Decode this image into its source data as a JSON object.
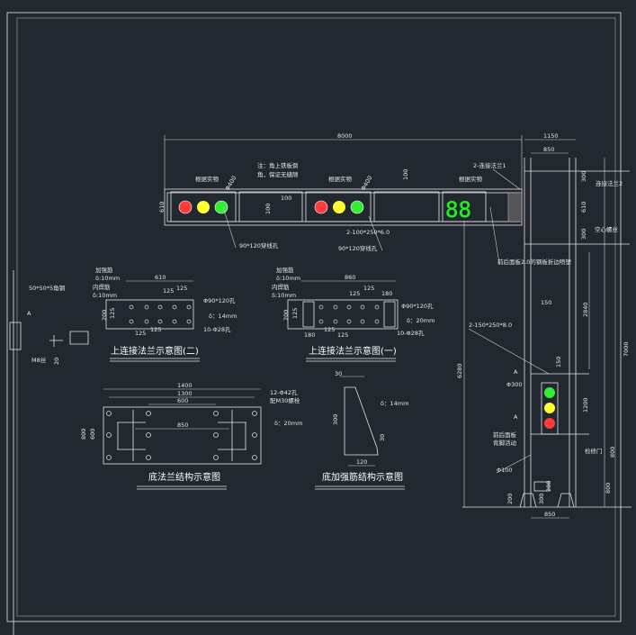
{
  "colors": {
    "background": "#212830",
    "line": "#e6e6e6",
    "red": "#ff3b3b",
    "yellow": "#ffff33",
    "green": "#33ee33"
  },
  "dims": {
    "arm_length": "8000",
    "pole_width_outer": "1150",
    "pole_width_inner": "850",
    "arm_height": "610",
    "gap_100a": "100",
    "gap_100b": "100",
    "gap_100c": "100",
    "top_300": "300",
    "bot_300": "300",
    "d150": "150",
    "h2840": "2840",
    "h6280": "6280",
    "h7000": "7000",
    "d150b": "150",
    "h1200": "1200",
    "h800a": "800",
    "h800b": "800",
    "h200": "200",
    "h300": "300",
    "h200b": "200",
    "base850": "850",
    "lamp400a": "Φ400",
    "lamp400b": "Φ400"
  },
  "notes": {
    "per_object1": "根据实物",
    "per_object2": "根据实物",
    "per_object3": "根据实物",
    "note1": "注：角上铁板倒",
    "note2": "角，保证无缝隙",
    "flange1": "2-连接法兰1",
    "flange2": "连接法兰2",
    "hole1": "90*120穿线孔",
    "hole2": "90*120穿线孔",
    "plate_arm": "2-100*250*6.0",
    "hollow_bolt": "空心螺丝",
    "front_back_seal": "前后面板2.0的钢板折边喷塑",
    "plate_pole": "2-150*250*8.0",
    "lamp300": "Φ300",
    "cover1": "前后面板",
    "cover2": "背脚活动",
    "phi100": "Φ100",
    "door": "检修门",
    "angle_steel": "50*50*5角钢",
    "m8": "M8丝",
    "h20": "20",
    "A": "A"
  },
  "flange2": {
    "title": "上连接法兰示意图(二)",
    "rib": "加强筋",
    "rib_t": "δ:10mm",
    "weld": "内焊筋",
    "weld_t": "δ:10mm",
    "w": "610",
    "p1": "125",
    "p2": "125",
    "p3": "125",
    "p4": "125",
    "h200": "200",
    "h125": "125",
    "hole": "Φ90*120孔",
    "thk": "δ：14mm",
    "bolts": "10-Φ28孔"
  },
  "flange1": {
    "title": "上连接法兰示意图(一)",
    "rib": "加强筋",
    "rib_t": "δ:10mm",
    "weld": "内焊筋",
    "weld_t": "δ:10mm",
    "w": "860",
    "p1": "125",
    "p2": "125",
    "p3": "180",
    "p4": "180",
    "p5": "125",
    "p6": "125",
    "h200": "200",
    "h125": "125",
    "hole": "Φ90*120孔",
    "thk": "δ：20mm",
    "bolts": "10-Φ28孔"
  },
  "base": {
    "title": "底法兰结构示意图",
    "w1400": "1400",
    "w1300": "1300",
    "w600": "600",
    "w850": "850",
    "h800": "800",
    "h600": "600",
    "holes": "12-Φ42孔",
    "bolt": "配M30螺栓",
    "thk": "δ：20mm"
  },
  "rib": {
    "title": "底加强筋结构示意图",
    "w30": "30",
    "h300": "300",
    "thk": "δ：14mm",
    "h30": "30",
    "w120": "120"
  },
  "countdown": "88"
}
